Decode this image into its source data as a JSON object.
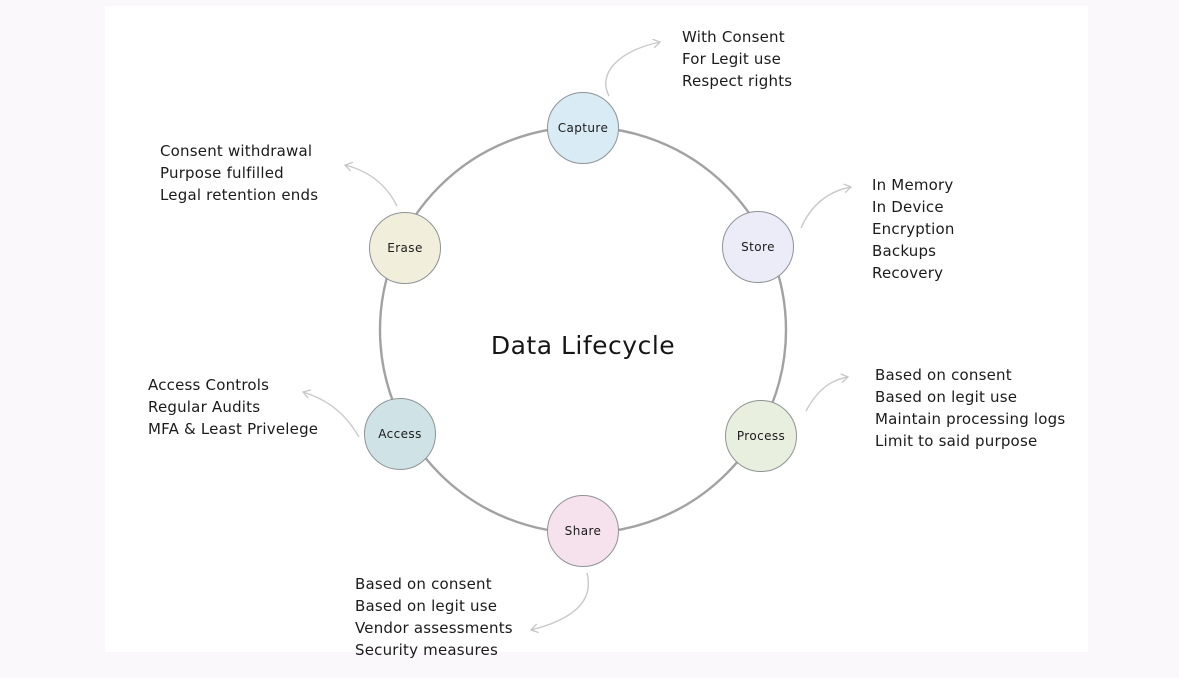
{
  "canvas": {
    "title": "Data Lifecycle",
    "ring_color": "#a2a2a4",
    "arrow_color": "#c9c9cb",
    "text_color": "#1b1b1b",
    "background": "#ffffff",
    "margin_tint": "#faf8fb"
  },
  "nodes": [
    {
      "id": "capture",
      "label": "Capture",
      "fill": "#d9ebf4",
      "notes": [
        "With Consent",
        "For Legit use",
        "Respect rights"
      ]
    },
    {
      "id": "store",
      "label": "Store",
      "fill": "#ececf8",
      "notes": [
        "In Memory",
        "In Device",
        "Encryption",
        "Backups",
        "Recovery"
      ]
    },
    {
      "id": "process",
      "label": "Process",
      "fill": "#e9efdf",
      "notes": [
        "Based on consent",
        "Based on legit use",
        "Maintain processing logs",
        "Limit to said purpose"
      ]
    },
    {
      "id": "share",
      "label": "Share",
      "fill": "#f6e2ec",
      "notes": [
        "Based on consent",
        "Based on legit use",
        "Vendor assessments",
        "Security measures"
      ]
    },
    {
      "id": "access",
      "label": "Access",
      "fill": "#cfe3e7",
      "notes": [
        "Access Controls",
        "Regular Audits",
        "MFA & Least Privelege"
      ]
    },
    {
      "id": "erase",
      "label": "Erase",
      "fill": "#f1efdb",
      "notes": [
        "Consent withdrawal",
        "Purpose fulfilled",
        "Legal retention ends"
      ]
    }
  ]
}
